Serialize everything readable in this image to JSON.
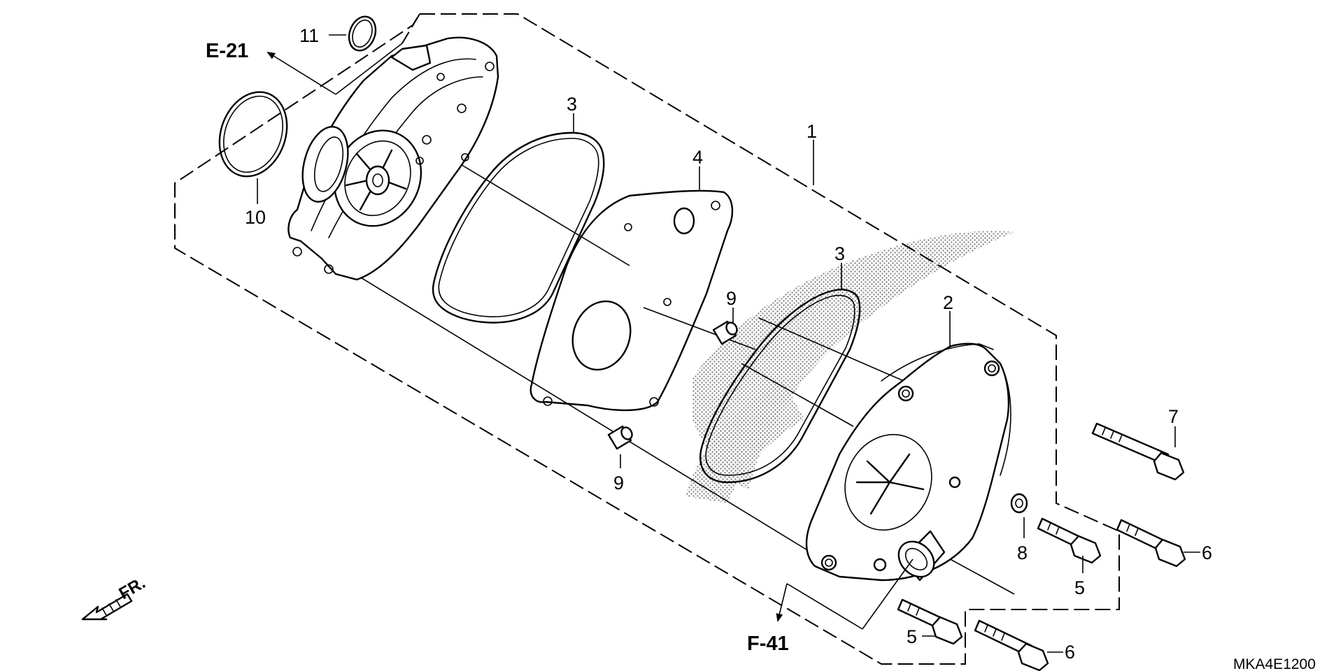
{
  "diagram": {
    "references": {
      "e21": "E-21",
      "f41": "F-41"
    },
    "front_indicator": "FR.",
    "diagram_code": "MKA4E1200",
    "callouts": {
      "c1": "1",
      "c2": "2",
      "c3a": "3",
      "c3b": "3",
      "c4": "4",
      "c5a": "5",
      "c5b": "5",
      "c6a": "6",
      "c6b": "6",
      "c7": "7",
      "c8": "8",
      "c9a": "9",
      "c9b": "9",
      "c10": "10",
      "c11": "11"
    }
  }
}
